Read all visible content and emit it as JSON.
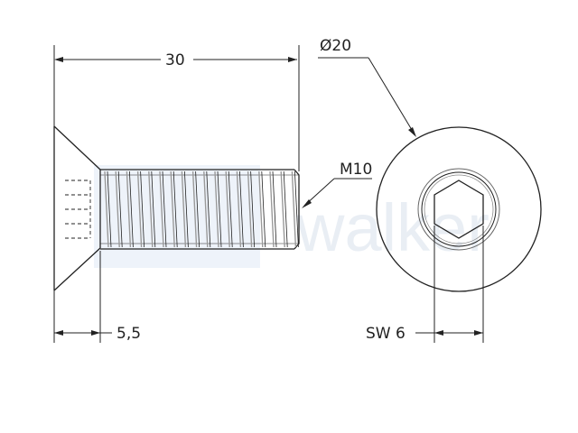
{
  "drawing": {
    "watermark": "walker",
    "dimensions": {
      "length": "30",
      "head_depth": "5,5",
      "thread": "M10",
      "head_diameter": "Ø20",
      "hex_socket": "SW 6"
    },
    "colors": {
      "line": "#222222",
      "thread_shade": "#9a9a9a",
      "watermark_text": "#e9eef4",
      "watermark_block": "#eef3fa"
    }
  }
}
